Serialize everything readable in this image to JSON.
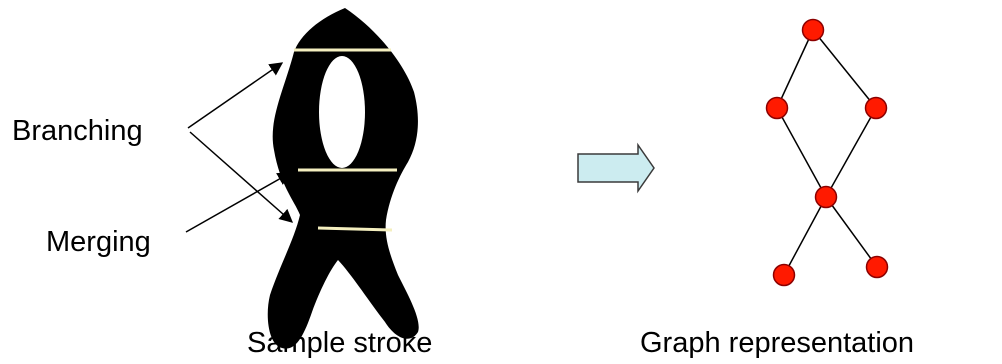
{
  "labels": {
    "branching": "Branching",
    "merging": "Merging",
    "sample_stroke": "Sample stroke",
    "graph_representation": "Graph representation"
  },
  "colors": {
    "stroke_fill": "#000000",
    "band_line": "#f4efbf",
    "node_fill": "#ff1a00",
    "node_outline": "#8b0000",
    "edge": "#000000",
    "arrow_fill": "#ccecf0",
    "arrow_outline": "#3a3a3a",
    "text": "#000000"
  },
  "graph": {
    "node_count": 6,
    "edges": [
      [
        "n1",
        "n2"
      ],
      [
        "n1",
        "n3"
      ],
      [
        "n2",
        "n4"
      ],
      [
        "n3",
        "n4"
      ],
      [
        "n4",
        "n5"
      ],
      [
        "n4",
        "n6"
      ]
    ]
  }
}
